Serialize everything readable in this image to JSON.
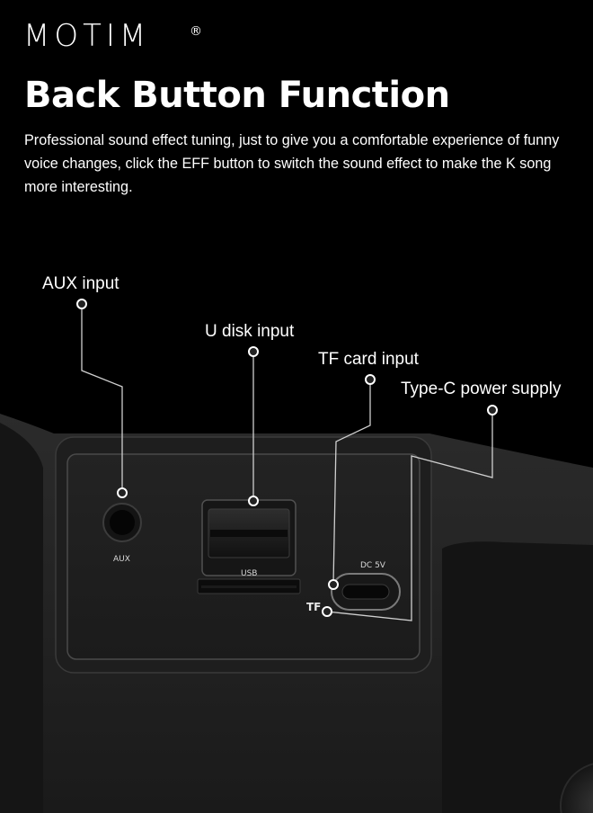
{
  "brand": {
    "name": "MOTIM",
    "registered_mark": "®"
  },
  "heading": {
    "title": "Back Button Function"
  },
  "description": "Professional sound effect tuning, just to give you a comfortable experience of funny voice changes, click the EFF button to switch the sound effect to make the K song more interesting.",
  "callouts": {
    "aux": "AUX input",
    "udisk": "U disk input",
    "tf": "TF card input",
    "typec": "Type-C power supply"
  },
  "device_labels": {
    "aux": "AUX",
    "usb": "USB",
    "dc": "DC 5V",
    "tf": "TF"
  }
}
